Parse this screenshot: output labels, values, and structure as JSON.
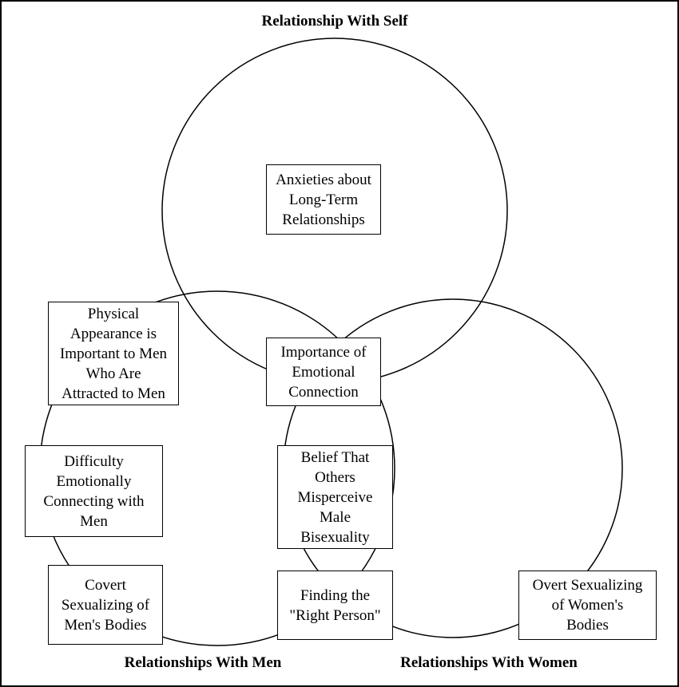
{
  "labels": {
    "self": "Relationship With Self",
    "men": "Relationships With Men",
    "women": "Relationships With Women"
  },
  "themes": {
    "anxieties": "Anxieties about\nLong-Term\nRelationships",
    "physical": "Physical\nAppearance is\nImportant to Men\nWho Are\nAttracted to Men",
    "emotional_connection": "Importance of\nEmotional\nConnection",
    "difficulty": "Difficulty\nEmotionally\nConnecting with\nMen",
    "belief": "Belief That\nOthers\nMisperceive\nMale\nBisexuality",
    "covert": "Covert\nSexualizing of\nMen's Bodies",
    "finding": "Finding the\n\"Right Person\"",
    "overt": "Overt Sexualizing\nof Women's\nBodies"
  }
}
